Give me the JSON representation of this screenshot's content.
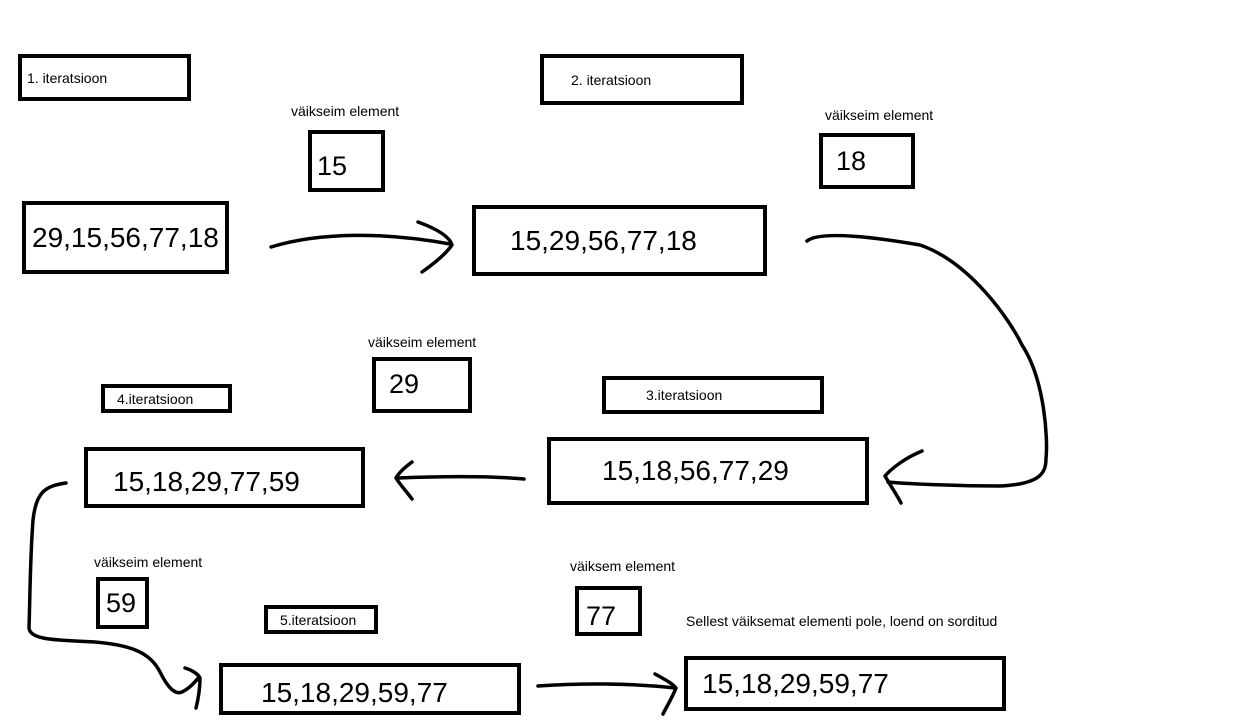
{
  "iterations": [
    {
      "label": "1. iteratsioon",
      "sequence": "29,15,56,77,18",
      "min_caption": "väikseim element",
      "min_value": "15"
    },
    {
      "label": "2. iteratsioon",
      "sequence": "15,29,56,77,18",
      "min_caption": "väikseim element",
      "min_value": "18"
    },
    {
      "label": "3.iteratsioon",
      "sequence": "15,18,56,77,29",
      "min_caption": "väikseim element",
      "min_value": "29"
    },
    {
      "label": "4.iteratsioon",
      "sequence": "15,18,29,77,59",
      "min_caption": "väikseim element",
      "min_value": "59"
    },
    {
      "label": "5.iteratsioon",
      "sequence": "15,18,29,59,77",
      "min_caption": "väiksem element",
      "min_value": "77"
    }
  ],
  "final": {
    "note": "Sellest väiksemat elementi pole, loend on sorditud",
    "sequence": "15,18,29,59,77"
  }
}
